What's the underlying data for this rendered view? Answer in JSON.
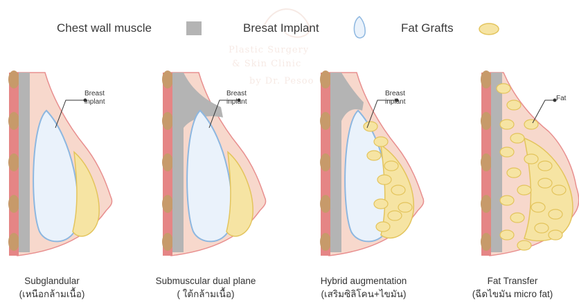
{
  "legend": {
    "muscle_label": "Chest wall muscle",
    "implant_label": "Bresat Implant",
    "fat_label": "Fat Grafts"
  },
  "watermark": {
    "line1": "Plastic Surgery",
    "line2": "& Skin Clinic",
    "line3": "by Dr. Pesoo"
  },
  "colors": {
    "skin": "#f7d8cc",
    "skin_outline": "#e88f8f",
    "muscle": "#b4b4b4",
    "rib_band": "#e58585",
    "rib_knot": "#c79a6a",
    "implant_fill": "#eaf2fb",
    "implant_outline": "#8db7e0",
    "fat_fill": "#f6e4a3",
    "fat_outline": "#e3c45c"
  },
  "panels": [
    {
      "callout": "Breast\ninplant",
      "caption_en": "Subglandular",
      "caption_th": "(เหนือกล้ามเนื้อ)"
    },
    {
      "callout": "Breast\ninplant",
      "caption_en": "Submuscular dual plane",
      "caption_th": "( ใต้กล้ามเนื้อ)"
    },
    {
      "callout": "Breast\ninplant",
      "caption_en": "Hybrid augmentation",
      "caption_th": "(เสริมซิลิโคน+ไขมัน)"
    },
    {
      "callout": "Fat",
      "caption_en": "Fat Transfer",
      "caption_th": "(ฉีดไขมัน   micro fat)"
    }
  ]
}
